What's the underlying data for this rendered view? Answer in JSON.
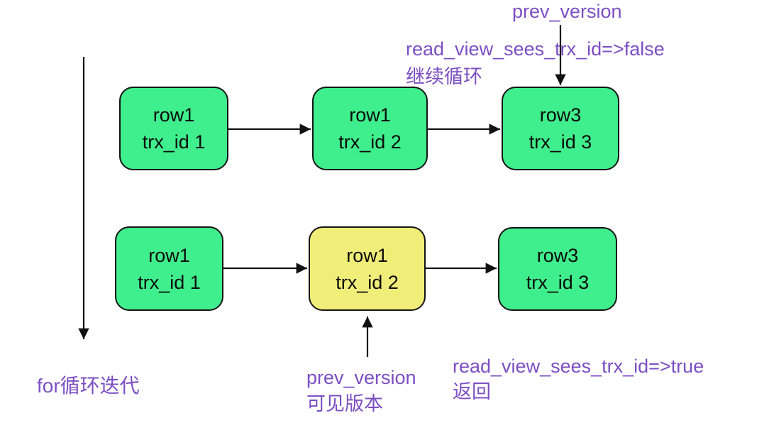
{
  "diagram": {
    "title_hint": "MVCC undo-log version chain traversal",
    "background": "#ffffff",
    "palette": {
      "node_green": "#3FEE8C",
      "node_yellow": "#F0EE78",
      "node_border": "#141414",
      "node_text": "#0c0c0c",
      "annotation_purple": "#7C4FC4",
      "arrow_black": "#111111"
    },
    "nodes": [
      {
        "id": "top-row1-trx1",
        "line1": "row1",
        "line2": "trx_id 1",
        "color": "green"
      },
      {
        "id": "top-row1-trx2",
        "line1": "row1",
        "line2": "trx_id 2",
        "color": "green"
      },
      {
        "id": "top-row3-trx3",
        "line1": "row3",
        "line2": "trx_id 3",
        "color": "green"
      },
      {
        "id": "bottom-row1-trx1",
        "line1": "row1",
        "line2": "trx_id 1",
        "color": "green"
      },
      {
        "id": "bottom-row1-trx2-visible",
        "line1": "row1",
        "line2": "trx_id 2",
        "color": "yellow"
      },
      {
        "id": "bottom-row3-trx3",
        "line1": "row3",
        "line2": "trx_id 3",
        "color": "green"
      }
    ],
    "annotations": {
      "prev_version_top": "prev_version",
      "read_view_false_line1": "read_view_sees_trx_id=>false",
      "read_view_false_line2": "继续循环",
      "for_loop": "for循环迭代",
      "prev_version_bottom_line1": "prev_version",
      "prev_version_bottom_line2": "可见版本",
      "read_view_true_line1": "read_view_sees_trx_id=>true",
      "read_view_true_line2": "返回"
    }
  }
}
